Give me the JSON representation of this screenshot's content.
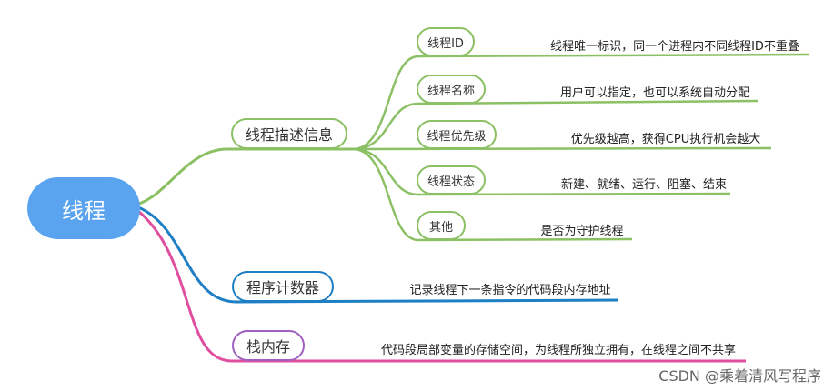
{
  "root": {
    "label": "线程",
    "color": "#5aa3ef"
  },
  "colors": {
    "green": "#8cc064",
    "blue": "#1e7fc4",
    "pink": "#e04f9f",
    "purple": "#a060c0"
  },
  "branches": [
    {
      "label": "线程描述信息",
      "color": "#8cc064",
      "children": [
        {
          "label": "线程ID",
          "detail": "线程唯一标识，同一个进程内不同线程ID不重叠"
        },
        {
          "label": "线程名称",
          "detail": "用户可以指定，也可以系统自动分配"
        },
        {
          "label": "线程优先级",
          "detail": "优先级越高，获得CPU执行机会越大"
        },
        {
          "label": "线程状态",
          "detail": "新建、就绪、运行、阻塞、结束"
        },
        {
          "label": "其他",
          "detail": "是否为守护线程"
        }
      ]
    },
    {
      "label": "程序计数器",
      "color": "#1e7fc4",
      "detail": "记录线程下一条指令的代码段内存地址"
    },
    {
      "label": "栈内存",
      "color": "#e04f9f",
      "detail": "代码段局部变量的存储空间，为线程所独立拥有，在线程之间不共享"
    }
  ],
  "watermark": "CSDN @乘着清风写程序"
}
